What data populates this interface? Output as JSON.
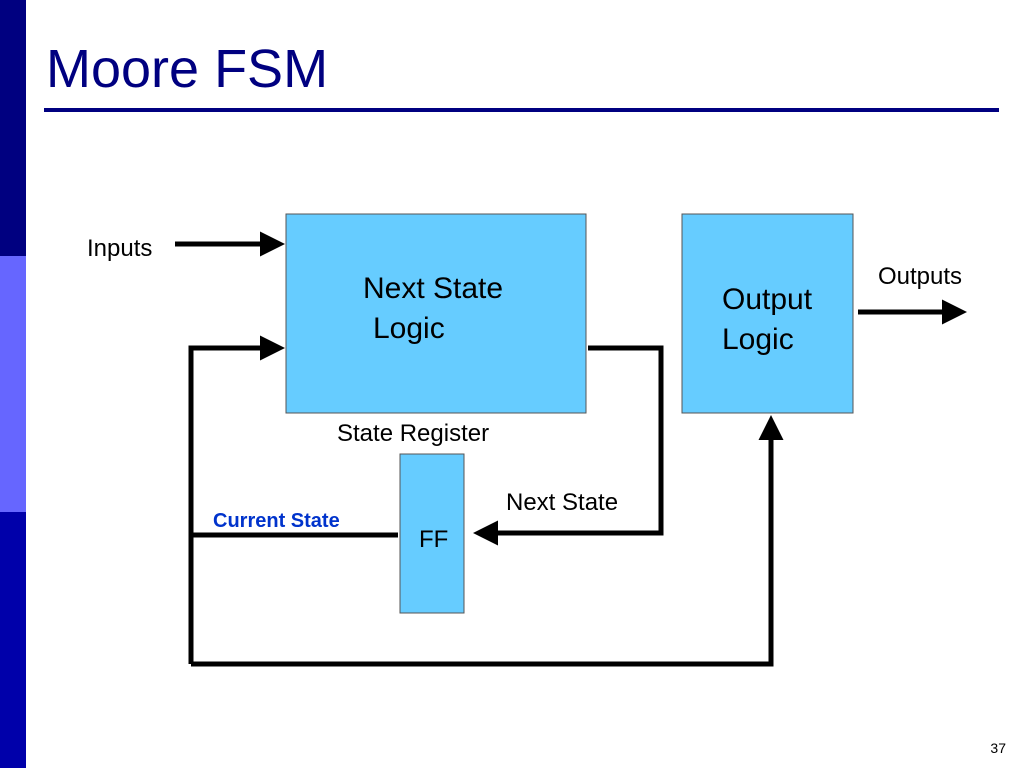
{
  "slide": {
    "title": "Moore FSM",
    "page_number": "37"
  },
  "diagram": {
    "next_state_logic": [
      "Next State",
      "Logic"
    ],
    "output_logic": [
      "Output",
      "Logic"
    ],
    "ff": "FF",
    "state_register": "State Register",
    "inputs": "Inputs",
    "outputs": "Outputs",
    "next_state": "Next State",
    "current_state": "Current State"
  },
  "colors": {
    "sidebar_dark": "#000080",
    "sidebar_light": "#6666ff",
    "box_fill": "#66ccff",
    "title": "#000080",
    "current_state_label": "#0033cc"
  }
}
